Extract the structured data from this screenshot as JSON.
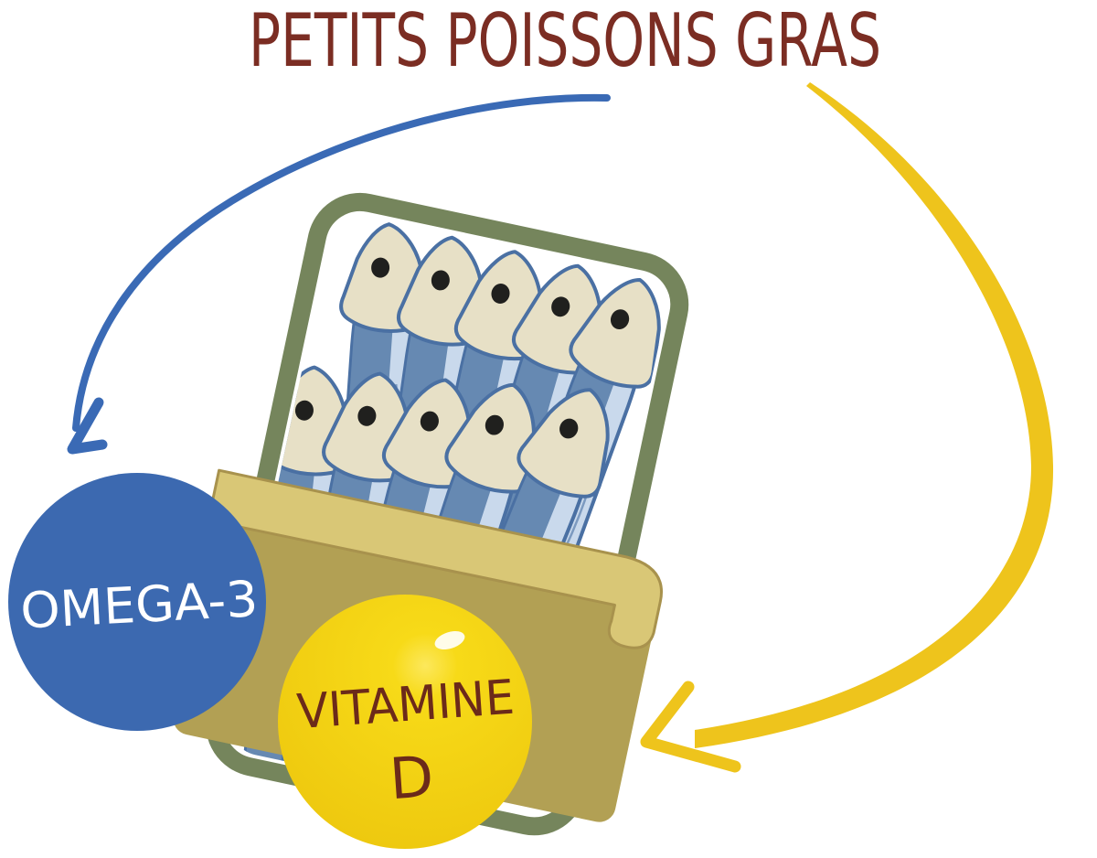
{
  "title": {
    "text": "PETITS POISSONS GRAS"
  },
  "badges": {
    "omega3": {
      "label": "OMEGA-3"
    },
    "vitamine_d": {
      "line1": "VITAMINE",
      "line2": "D"
    }
  },
  "arrows": {
    "blue": {
      "points_to": "omega3-badge"
    },
    "yellow": {
      "points_to": "sardine-can"
    }
  },
  "can": {
    "content": "sardines",
    "fish": {
      "count": 10,
      "rows": 2,
      "per_row": 5
    }
  },
  "palette": {
    "title_text": "#7b2d23",
    "badge_blue": "#3c69b0",
    "badge_text_light": "#ffffff",
    "badge_yellow": "#f5d713",
    "badge_text_brown": "#6b2a1a",
    "arrow_blue": "#3a6ab5",
    "arrow_yellow": "#eec41c",
    "frame_green": "#75855c",
    "band_tan": "#d9c776",
    "band_edge": "#a8924d",
    "wrapper_khaki": "#b2a054",
    "fish_head": "#e7e0c6",
    "fish_dark": "#6689b2",
    "fish_light": "#c9d9ec",
    "fish_outline": "#4a70a3",
    "fish_eye": "#20201e",
    "bg": "#ffffff"
  }
}
